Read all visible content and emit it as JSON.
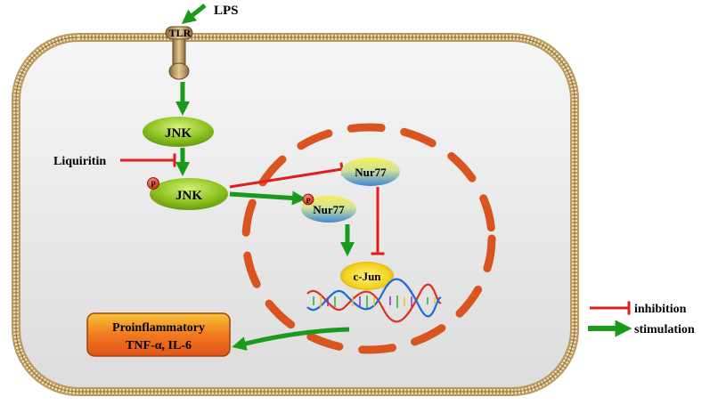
{
  "labels": {
    "lps": "LPS",
    "tlr": "TLR",
    "jnk_top": "JNK",
    "jnk_phos": "JNK",
    "liquiritin": "Liquiritin",
    "phospho": "P",
    "nur77_top": "Nur77",
    "nur77_phos": "Nur77",
    "cjun": "c-Jun",
    "proinflammatory_line1": "Proinflammatory",
    "proinflammatory_line2": "TNF-α,  IL-6"
  },
  "legend": {
    "inhibition": "inhibition",
    "stimulation": "stimulation"
  },
  "colors": {
    "stimulation_arrow": "#1a9a1a",
    "inhibition_line": "#e01e1e",
    "membrane": "#c8aa70",
    "cell_fill": "#ececec",
    "nucleus_dash": "#d9541e",
    "jnk_oval": "#7cb51a",
    "nur77_top": "#f5e84a",
    "nur77_bottom": "#4a8fd8",
    "cjun_center": "#f7e33a",
    "phospho_circle": "#e0301e",
    "proinflammatory_box": "#f06a1a"
  },
  "icons": {
    "dna": "dna-helix-icon",
    "tlr": "tlr-receptor-icon"
  }
}
